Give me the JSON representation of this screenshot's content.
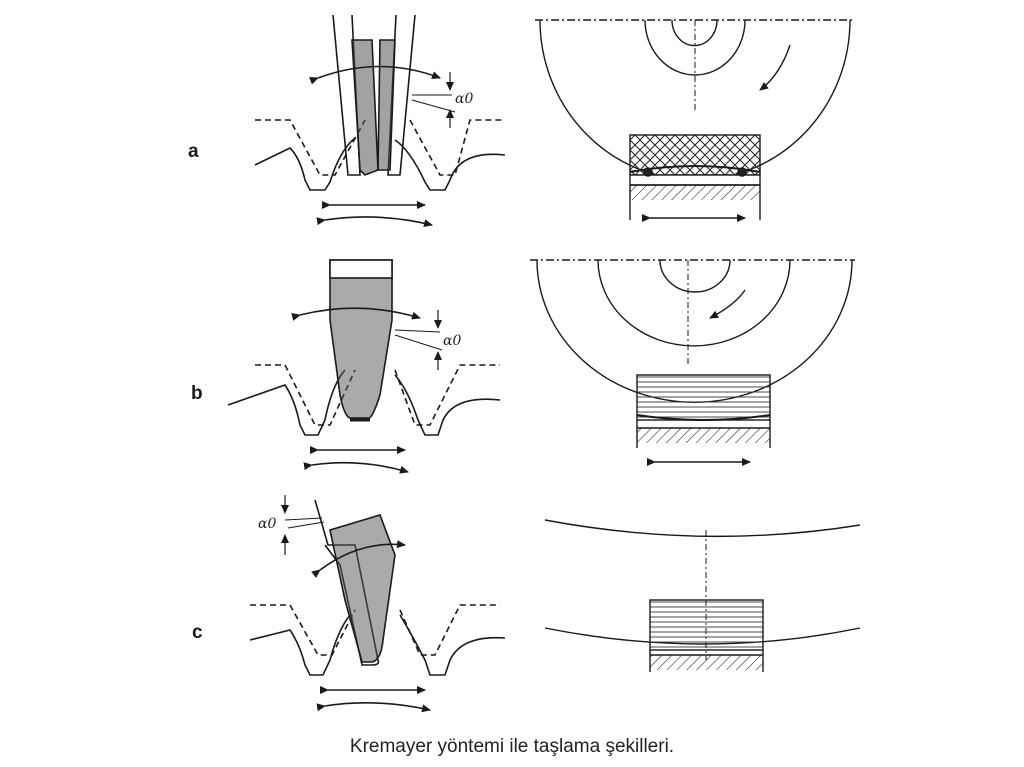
{
  "rows": [
    {
      "label": "a",
      "angle_label": "α0"
    },
    {
      "label": "b",
      "angle_label": "α0"
    },
    {
      "label": "c",
      "angle_label": "α0"
    }
  ],
  "caption": "Kremayer yöntemi ile taşlama şekilleri.",
  "colors": {
    "ink": "#1a1a1a",
    "hatch": "#333333",
    "grain": "#555555"
  }
}
